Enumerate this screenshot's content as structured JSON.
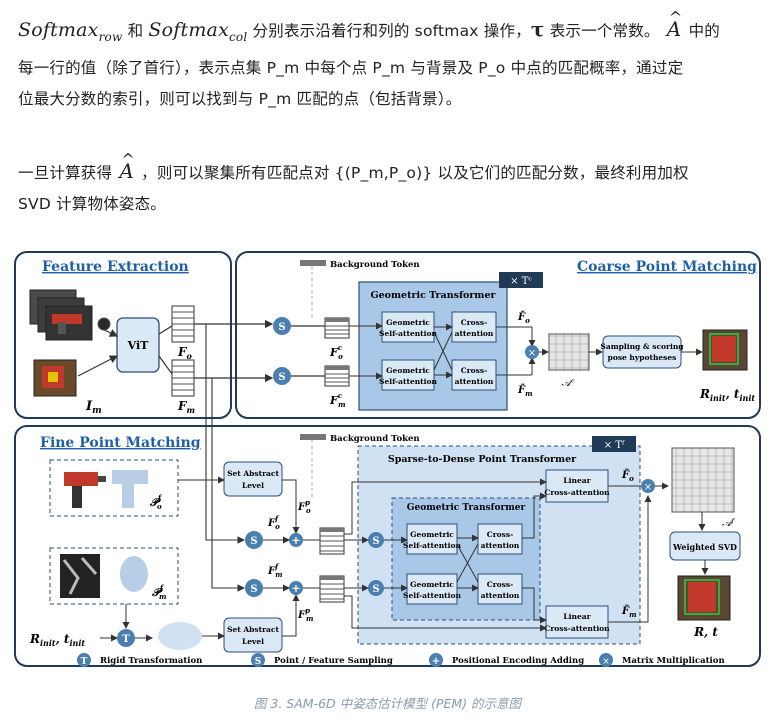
{
  "text": {
    "p1_a": "分别表示沿着行和列的 softmax 操作，",
    "p1_b": "表示一个常数。",
    "p1_c": "中的",
    "p1_line2": "每一行的值（除了首行），表示点集 P_m 中每个点 P_m 与背景及 P_o 中点的匹配概率，通过定",
    "p1_line3": "位最大分数的索引，则可以找到与 P_m 匹配的点（包括背景）。",
    "p2_a": "一旦计算获得",
    "p2_b": "，则可以聚集所有匹配点对 {(P_m,P_o)} 以及它们的匹配分数，最终利用加权",
    "p2_line2": "SVD 计算物体姿态。",
    "softmax_row": "Softmax",
    "row_sub": "row",
    "and": "和",
    "softmax_col": "Softmax",
    "col_sub": "col",
    "tau": "τ",
    "A": "A"
  },
  "figure": {
    "feature_extraction": "Feature Extraction",
    "coarse_point_matching": "Coarse Point Matching",
    "fine_point_matching": "Fine Point Matching",
    "background_token": "Background Token",
    "geometric_transformer": "Geometric Transformer",
    "sparse_to_dense": "Sparse-to-Dense Point Transformer",
    "times_tc": "× Tᶜ",
    "times_tf": "× Tᶠ",
    "vit": "ViT",
    "geo_self_1": "Geometric",
    "geo_self_2": "Self-attention",
    "cross_1": "Cross-",
    "cross_2": "attention",
    "sampling_1": "Sampling & scoring",
    "sampling_2": "pose hypotheses",
    "set_abstract_1": "Set Abstract",
    "set_abstract_2": "Level",
    "linear_1": "Linear",
    "linear_2": "Cross-attention",
    "weighted_svd": "Weighted SVD",
    "Fo": "F",
    "Fm": "F",
    "Im": "I",
    "Ac": "𝒜ᶜ",
    "Af": "𝒜ᶠ",
    "R_init": "R",
    "t_init": "t",
    "Rt": "R, t",
    "legend_T": "Rigid Transformation",
    "legend_S": "Point / Feature Sampling",
    "legend_plus": "Positional Encoding Adding",
    "legend_x": "Matrix Multiplication",
    "caption": "图 3. SAM-6D 中姿态估计模型 (PEM) 的示意图"
  },
  "colors": {
    "panel_border": "#1f3b57",
    "title_blue": "#1f5fa8",
    "transformer_fill": "#a9c8e8",
    "inner_fill": "#cfe1f3",
    "box_fill": "#dbe8f6",
    "box_border": "#2a4f78",
    "circle_fill": "#4a7fb0"
  }
}
